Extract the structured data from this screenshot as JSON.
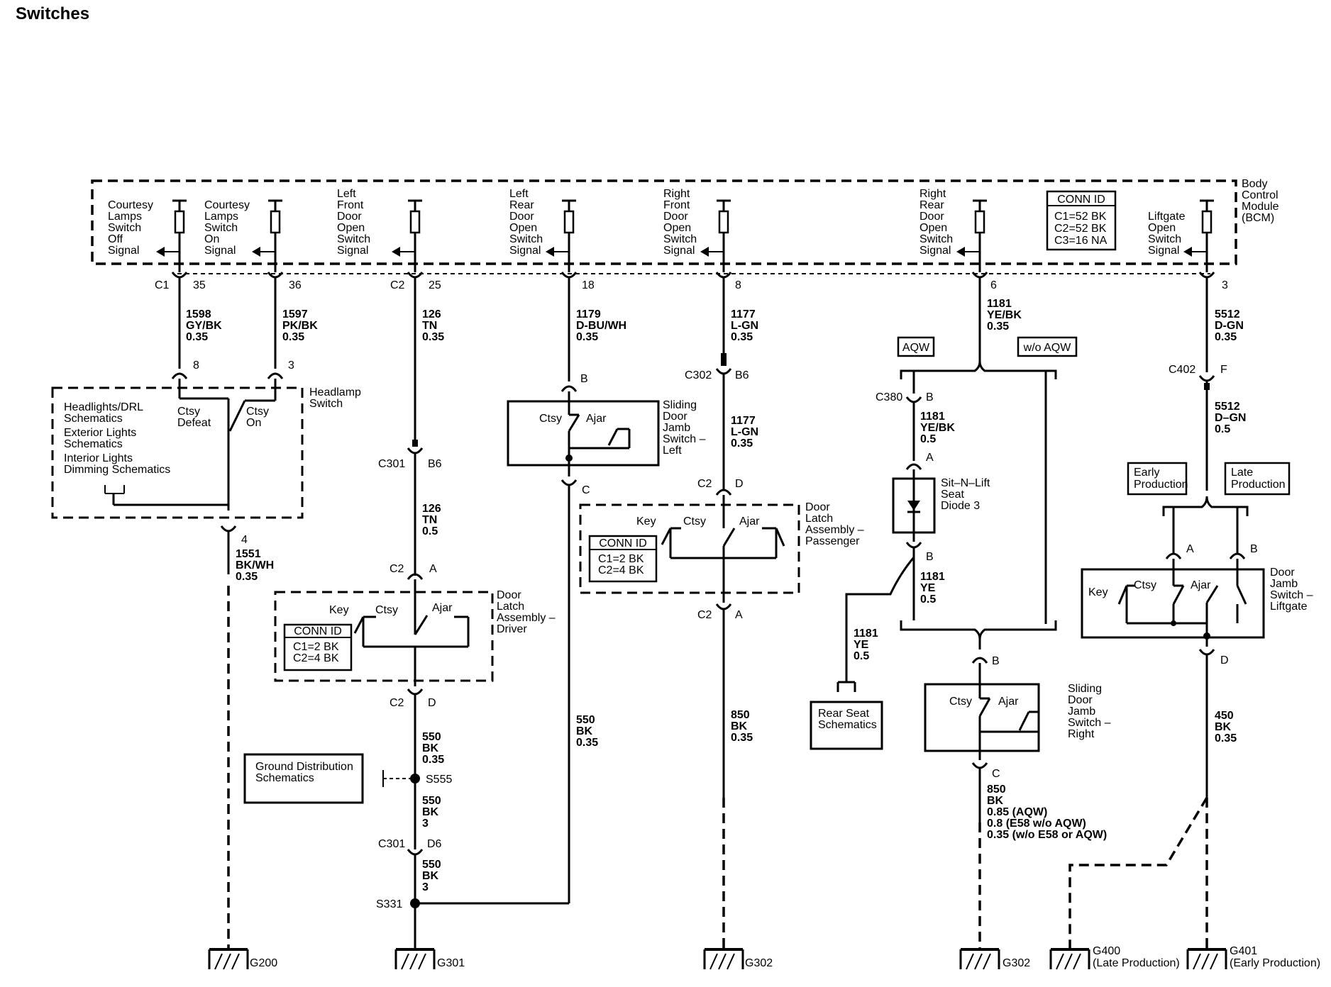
{
  "title": "Switches",
  "bcm": {
    "label_lines": [
      "Body",
      "Control",
      "Module",
      "(BCM)"
    ],
    "conn_id": {
      "title": "CONN ID",
      "lines": [
        "C1=52 BK",
        "C2=52 BK",
        "C3=16 NA"
      ]
    },
    "signals": [
      {
        "lines": [
          "Courtesy",
          "Lamps",
          "Switch",
          "Off",
          "Signal"
        ],
        "connector": "C1",
        "pin": "35",
        "circuit": "1598",
        "color": "GY/BK",
        "gauge": "0.35"
      },
      {
        "lines": [
          "Courtesy",
          "Lamps",
          "Switch",
          "On",
          "Signal"
        ],
        "connector": "",
        "pin": "36",
        "circuit": "1597",
        "color": "PK/BK",
        "gauge": "0.35"
      },
      {
        "lines": [
          "Left",
          "Front",
          "Door",
          "Open",
          "Switch",
          "Signal"
        ],
        "connector": "C2",
        "pin": "25",
        "circuit": "126",
        "color": "TN",
        "gauge": "0.35"
      },
      {
        "lines": [
          "Left",
          "Rear",
          "Door",
          "Open",
          "Switch",
          "Signal"
        ],
        "connector": "",
        "pin": "18",
        "circuit": "1179",
        "color": "D-BU/WH",
        "gauge": "0.35"
      },
      {
        "lines": [
          "Right",
          "Front",
          "Door",
          "Open",
          "Switch",
          "Signal"
        ],
        "connector": "",
        "pin": "8",
        "circuit": "1177",
        "color": "L-GN",
        "gauge": "0.35"
      },
      {
        "lines": [
          "Right",
          "Rear",
          "Door",
          "Open",
          "Switch",
          "Signal"
        ],
        "connector": "",
        "pin": "6",
        "circuit": "1181",
        "color": "YE/BK",
        "gauge": "0.35"
      },
      {
        "lines": [
          "Liftgate",
          "Open",
          "Switch",
          "Signal"
        ],
        "connector": "",
        "pin": "3",
        "circuit": "5512",
        "color": "D-GN",
        "gauge": "0.35"
      }
    ]
  },
  "headlamp_switch": {
    "label_lines": [
      "Headlamp",
      "Switch"
    ],
    "pin_left": "8",
    "pin_right": "3",
    "pin_bottom": "4",
    "ctsy_defeat": [
      "Ctsy",
      "Defeat"
    ],
    "ctsy_on": [
      "Ctsy",
      "On"
    ],
    "schematics": [
      "Headlights/DRL",
      "Schematics",
      "Exterior Lights",
      "Schematics",
      "Interior Lights",
      "Dimming Schematics"
    ],
    "out_circuit": "1551",
    "out_color": "BK/WH",
    "out_gauge": "0.35",
    "ground": "G200"
  },
  "left_front": {
    "c301": "C301",
    "c301_pin": "B6",
    "circuit": "126",
    "color": "TN",
    "gauge": "0.5",
    "c2": "C2",
    "c2_pin_a": "A",
    "c2_pin_d": "D",
    "latch_label": [
      "Door",
      "Latch",
      "Assembly –",
      "Driver"
    ],
    "key": "Key",
    "ctsy": "Ctsy",
    "ajar": "Ajar",
    "conn_id": {
      "title": "CONN ID",
      "lines": [
        "C1=2 BK",
        "C2=4 BK"
      ]
    },
    "wire1": [
      "550",
      "BK",
      "0.35"
    ],
    "splice1": "S555",
    "gd_box": [
      "Ground Distribution",
      "Schematics"
    ],
    "wire2": [
      "550",
      "BK",
      "3"
    ],
    "c301b": "C301",
    "c301b_pin": "D6",
    "wire3": [
      "550",
      "BK",
      "3"
    ],
    "splice2": "S331",
    "ground": "G301"
  },
  "left_rear": {
    "pin_b": "B",
    "pin_c": "C",
    "ctsy": "Ctsy",
    "ajar": "Ajar",
    "label": [
      "Sliding",
      "Door",
      "Jamb",
      "Switch –",
      "Left"
    ],
    "wire": [
      "550",
      "BK",
      "0.35"
    ]
  },
  "right_front": {
    "c302": "C302",
    "c302_pin": "B6",
    "wire_mid": [
      "1177",
      "L-GN",
      "0.35"
    ],
    "c2": "C2",
    "pin_d": "D",
    "pin_a": "A",
    "latch_label": [
      "Door",
      "Latch",
      "Assembly –",
      "Passenger"
    ],
    "key": "Key",
    "ctsy": "Ctsy",
    "ajar": "Ajar",
    "conn_id": {
      "title": "CONN ID",
      "lines": [
        "C1=2 BK",
        "C2=4 BK"
      ]
    },
    "wire_out": [
      "850",
      "BK",
      "0.35"
    ],
    "ground": "G302"
  },
  "right_rear": {
    "aqw": "AQW",
    "wo_aqw": "w/o AQW",
    "c380": "C380",
    "c380_pin": "B",
    "wire_a": [
      "1181",
      "YE/BK",
      "0.5"
    ],
    "pin_a": "A",
    "diode_label": [
      "Sit–N–Lift",
      "Seat",
      "Diode 3"
    ],
    "pin_b": "B",
    "wire_b": [
      "1181",
      "YE",
      "0.5"
    ],
    "wire_c": [
      "1181",
      "YE",
      "0.5"
    ],
    "rear_seat": [
      "Rear Seat",
      "Schematics"
    ],
    "sw_pin_b": "B",
    "sw_pin_c": "C",
    "ctsy": "Ctsy",
    "ajar": "Ajar",
    "sw_label": [
      "Sliding",
      "Door",
      "Jamb",
      "Switch –",
      "Right"
    ],
    "wire_out": [
      "850",
      "BK",
      "0.85 (AQW)",
      "0.8 (E58 w/o AQW)",
      "0.35 (w/o E58 or AQW)"
    ],
    "ground": "G302"
  },
  "liftgate": {
    "c402": "C402",
    "c402_pin": "F",
    "wire2": [
      "5512",
      "D–GN",
      "0.5"
    ],
    "early": [
      "Early",
      "Production"
    ],
    "late": [
      "Late",
      "Production"
    ],
    "pin_a": "A",
    "pin_b": "B",
    "pin_d": "D",
    "key": "Key",
    "ctsy": "Ctsy",
    "ajar": "Ajar",
    "sw_label": [
      "Door",
      "Jamb",
      "Switch –",
      "Liftgate"
    ],
    "wire_out": [
      "450",
      "BK",
      "0.35"
    ],
    "g400": "G400",
    "g400_note": "(Late Production)",
    "g401": "G401",
    "g401_note": "(Early Production)"
  }
}
